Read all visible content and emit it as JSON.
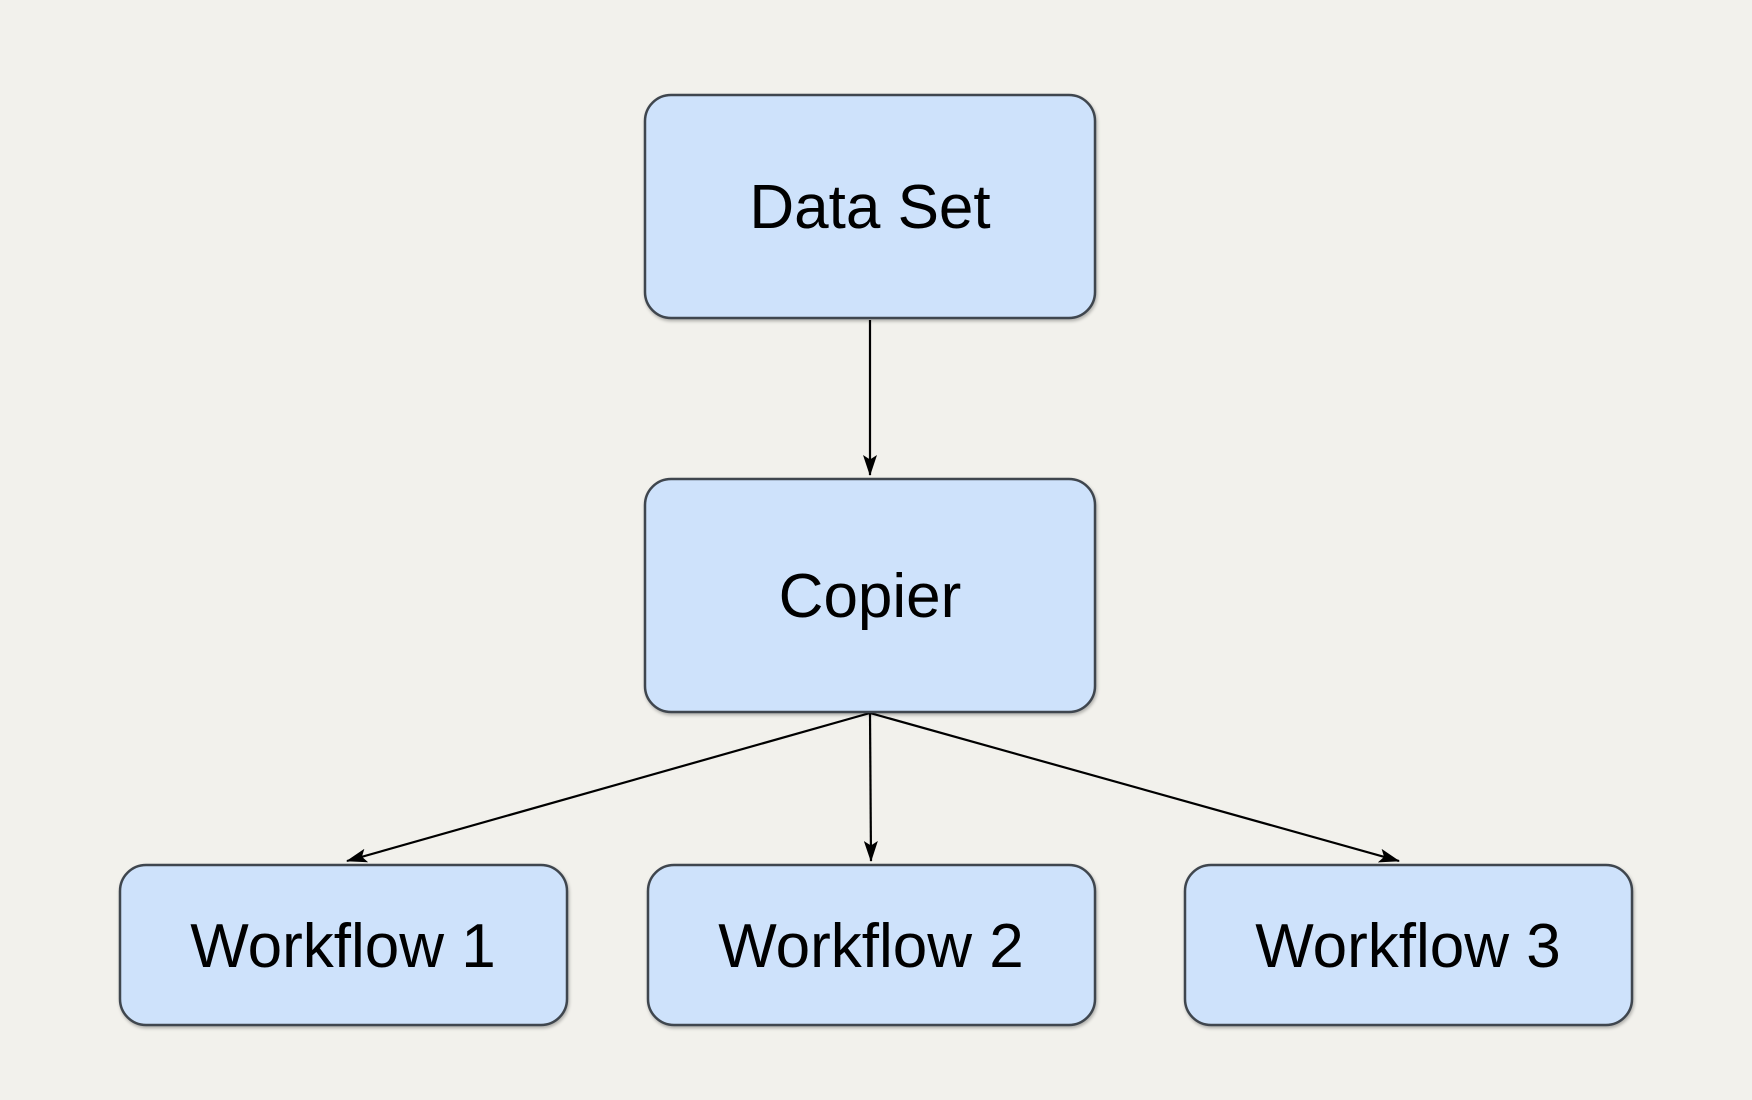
{
  "diagram": {
    "type": "flowchart",
    "nodes": [
      {
        "id": "data-set",
        "label": "Data Set"
      },
      {
        "id": "copier",
        "label": "Copier"
      },
      {
        "id": "workflow-1",
        "label": "Workflow 1"
      },
      {
        "id": "workflow-2",
        "label": "Workflow 2"
      },
      {
        "id": "workflow-3",
        "label": "Workflow 3"
      }
    ],
    "edges": [
      {
        "from": "data-set",
        "to": "copier"
      },
      {
        "from": "copier",
        "to": "workflow-1"
      },
      {
        "from": "copier",
        "to": "workflow-2"
      },
      {
        "from": "copier",
        "to": "workflow-3"
      }
    ],
    "colors": {
      "background": "#F2F1EC",
      "node_fill": "#CEE2FB",
      "node_stroke": "#3F464E",
      "edge": "#000000",
      "text": "#000000"
    }
  }
}
